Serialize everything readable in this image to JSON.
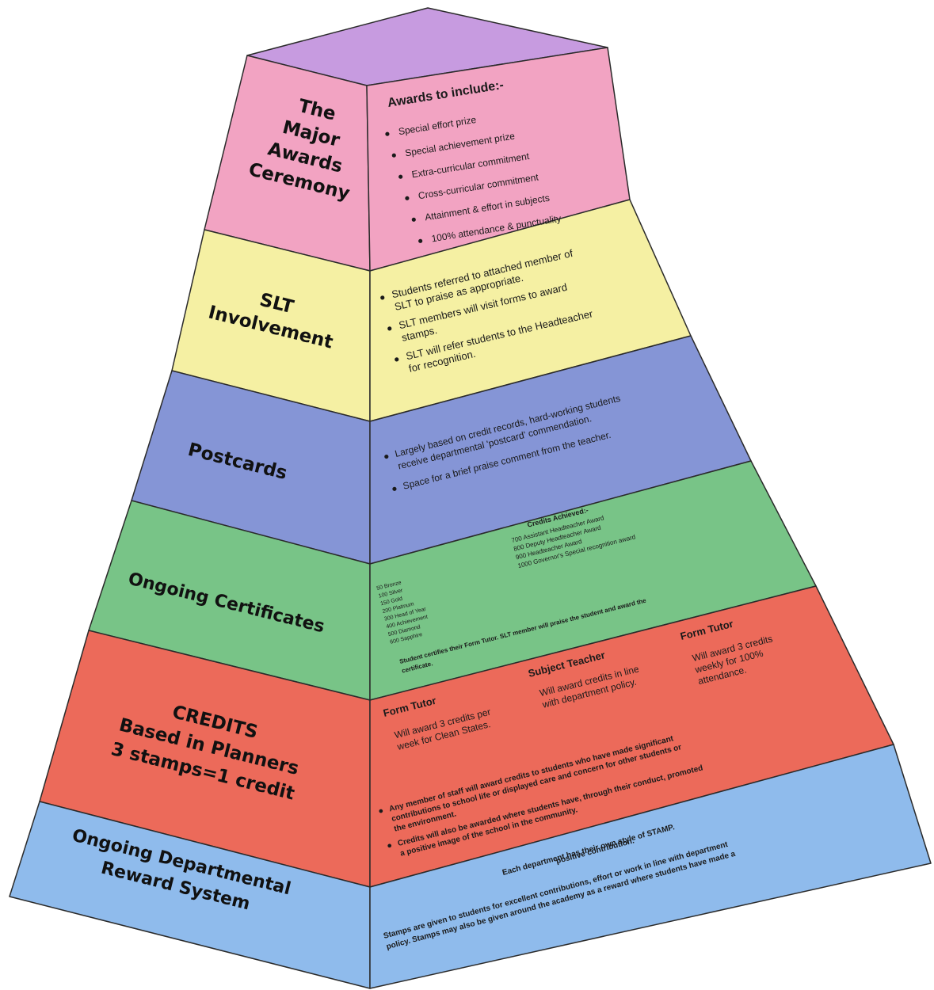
{
  "colors": {
    "top": "#c79be0",
    "awards": "#f2a3c2",
    "slt": "#f5f0a3",
    "postcards": "#8595d6",
    "certificates": "#78c487",
    "credits": "#ec6a5a",
    "departmental": "#8fbbec"
  },
  "tiers": {
    "awards": {
      "title": [
        "The",
        "Major",
        "Awards",
        "Ceremony"
      ],
      "heading": "Awards to include:-",
      "bullets": [
        "Special effort prize",
        "Special achievement prize",
        "Extra-curricular commitment",
        "Cross-curricular commitment",
        "Attainment & effort  in subjects",
        "100% attendance & punctuality"
      ]
    },
    "slt": {
      "title": [
        "SLT",
        "Involvement"
      ],
      "lines": [
        "Students referred to attached member of",
        "SLT to praise as appropriate.",
        "SLT members will visit forms to award",
        "stamps.",
        "SLT will refer students to the Headteacher",
        "for recognition."
      ]
    },
    "postcards": {
      "title": [
        "Postcards"
      ],
      "lines": [
        "Largely based on credit records, hard-working students",
        "receive departmental 'postcard' commendation.",
        "Space for a brief praise comment from the teacher."
      ]
    },
    "certificates": {
      "title": [
        "Ongoing Certificates"
      ],
      "achieved_heading": "Credits Achieved:-",
      "achieved_lines": [
        "700 Assistant Headteacher Award",
        "800 Deputy Headteacher Award",
        "900 Headteacher Award",
        "1000 Governor's Special recognition award"
      ],
      "levels": [
        "50 Bronze",
        "100 Silver",
        "150 Gold",
        "200 Platinum",
        "300 Head of Year",
        "400 Achievement",
        "500 Diamond",
        "600 Sapphire"
      ],
      "note_lines": [
        "Student certifies their Form Tutor.  SLT member will praise the student and award the",
        "certificate."
      ]
    },
    "credits": {
      "title": [
        "CREDITS",
        "Based in Planners",
        "3 stamps=1 credit"
      ],
      "form_tutor_1": {
        "heading": "Form Tutor",
        "lines": [
          "Will award 3 credits per",
          "week for Clean States."
        ]
      },
      "subject_teacher": {
        "heading": "Subject Teacher",
        "lines": [
          "Will award credits in line",
          "with department policy."
        ]
      },
      "form_tutor_2": {
        "heading": "Form Tutor",
        "lines": [
          "Will award 3 credits",
          "weekly for 100%",
          "attendance."
        ]
      },
      "bullet_lines": [
        "Any member of staff will award credits to students who have made significant",
        "contributions to school life or displayed care and concern for other students or",
        "the environment.",
        "Credits will also be awarded where students have, through their conduct, promoted",
        "a positive image of the school in the community."
      ]
    },
    "departmental": {
      "title": [
        "Ongoing Departmental",
        "Reward System"
      ],
      "lines": [
        "Each department has their own style of STAMP.",
        "Stamps are given to students for excellent contributions, effort or work in line with department",
        "policy.  Stamps may also be given around the academy as a reward where students have made a",
        "positive contribution."
      ]
    }
  }
}
